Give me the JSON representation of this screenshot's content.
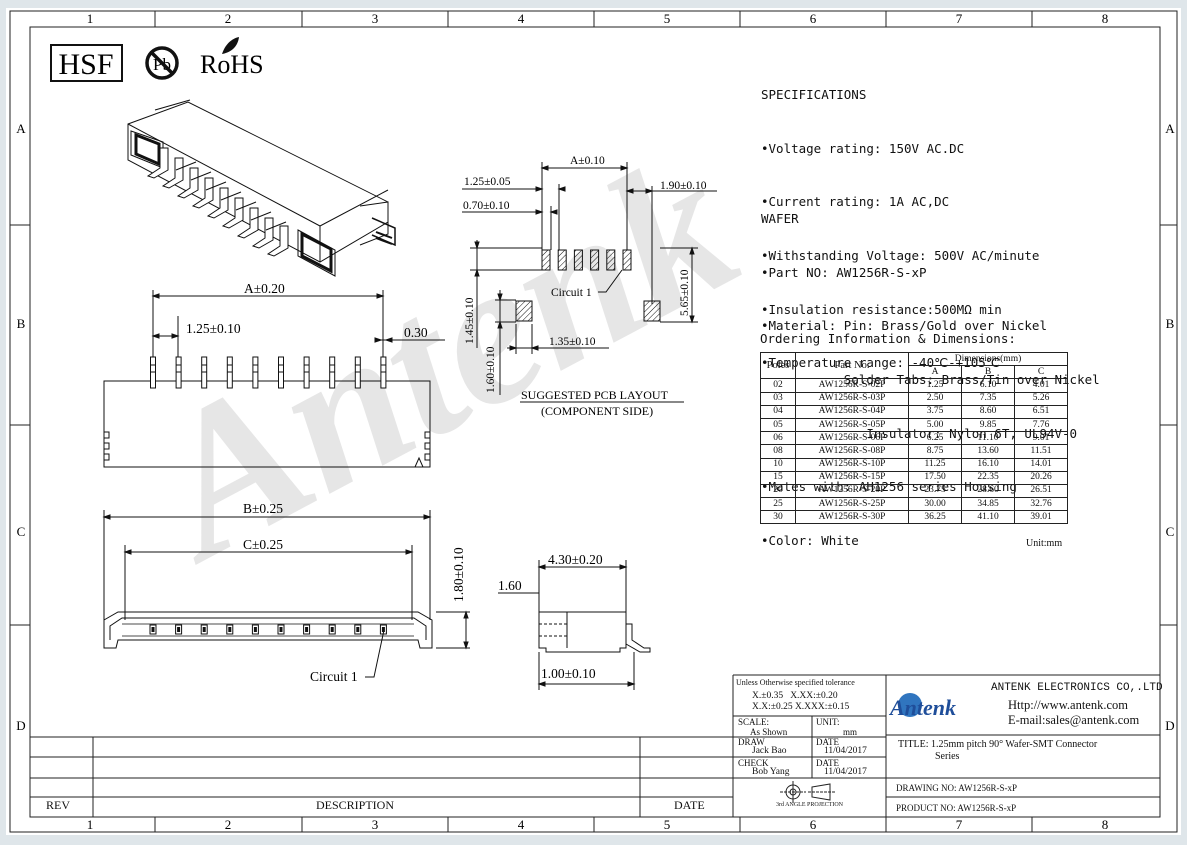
{
  "grid": {
    "columns": [
      "1",
      "2",
      "3",
      "4",
      "5",
      "6",
      "7",
      "8"
    ],
    "rows": [
      "A",
      "B",
      "C",
      "D"
    ]
  },
  "logos": {
    "hsf": "HSF",
    "pb": "Pb",
    "rohs": "RoHS"
  },
  "watermark": "Antenk",
  "specifications": {
    "title": "SPECIFICATIONS",
    "lines": [
      "•Voltage rating: 150V AC.DC",
      "•Current rating: 1A AC,DC",
      "•Withstanding Voltage: 500V AC/minute",
      "•Insulation resistance:500MΩ min",
      "•Temperature range: -40℃-+105℃"
    ]
  },
  "wafer": {
    "title": "WAFER",
    "lines": [
      "•Part NO: AW1256R-S-xP",
      "•Material: Pin: Brass/Gold over Nickel",
      "           Solder Tabs: Brass/Tin over Nickel",
      "              Insulator: Nylon 6T, UL94V-0",
      "•Mates with: AH1256 series Housing",
      "•Color: White"
    ]
  },
  "ordering": {
    "title": "Ordering Information & Dimensions:",
    "headers": {
      "poles": "Poles",
      "part": "Part No.",
      "dims": "Dimensions(mm)",
      "a": "A",
      "b": "B",
      "c": "C"
    },
    "rows": [
      [
        "02",
        "AW1256R-S-02P",
        "1.25",
        "6.10",
        "4.01"
      ],
      [
        "03",
        "AW1256R-S-03P",
        "2.50",
        "7.35",
        "5.26"
      ],
      [
        "04",
        "AW1256R-S-04P",
        "3.75",
        "8.60",
        "6.51"
      ],
      [
        "05",
        "AW1256R-S-05P",
        "5.00",
        "9.85",
        "7.76"
      ],
      [
        "06",
        "AW1256R-S-06P",
        "6.25",
        "11.10",
        "9.01"
      ],
      [
        "08",
        "AW1256R-S-08P",
        "8.75",
        "13.60",
        "11.51"
      ],
      [
        "10",
        "AW1256R-S-10P",
        "11.25",
        "16.10",
        "14.01"
      ],
      [
        "15",
        "AW1256R-S-15P",
        "17.50",
        "22.35",
        "20.26"
      ],
      [
        "20",
        "AW1256R-S-20P",
        "23.75",
        "28.60",
        "26.51"
      ],
      [
        "25",
        "AW1256R-S-25P",
        "30.00",
        "34.85",
        "32.76"
      ],
      [
        "30",
        "AW1256R-S-30P",
        "36.25",
        "41.10",
        "39.01"
      ]
    ],
    "unit": "Unit:mm"
  },
  "dimensions": {
    "a_020": "A±0.20",
    "p_125_010": "1.25±0.10",
    "w_030": "0.30",
    "b_025": "B±0.25",
    "c_025": "C±0.25",
    "h_180": "1.80±0.10",
    "circuit1": "Circuit 1",
    "d_430": "4.30±0.20",
    "d_160": "1.60",
    "d_100": "1.00±0.10",
    "pcb_a": "A±0.10",
    "pcb_125": "1.25±0.05",
    "pcb_070": "0.70±0.10",
    "pcb_190": "1.90±0.10",
    "pcb_565": "5.65±0.10",
    "pcb_145": "1.45±0.10",
    "pcb_160": "1.60±0.10",
    "pcb_135": "1.35±0.10",
    "pcb_title": "SUGGESTED PCB LAYOUT",
    "pcb_sub": "(COMPONENT SIDE)"
  },
  "titleblock": {
    "tol_title": "Unless Otherwise specified tolerance",
    "tol1": "X.±0.35   X.XX:±0.20",
    "tol2": "X.X:±0.25 X.XXX:±0.15",
    "scale_label": "SCALE:",
    "scale_val": "As Shown",
    "unit_label": "UNIT:",
    "unit_val": "mm",
    "draw_label": "DRAW",
    "draw_val": "Jack Bao",
    "date_label": "DATE",
    "draw_date": "11/04/2017",
    "check_label": "CHECK",
    "check_val": "Bob Yang",
    "check_date": "11/04/2017",
    "projection": "3rd ANGLE PROJECTION",
    "company": "ANTENK ELECTRONICS CO,.LTD",
    "http": "Http://www.antenk.com",
    "email": "E-mail:sales@antenk.com",
    "logo": "Antenk",
    "title": "TITLE: 1.25mm pitch 90° Wafer-SMT Connector",
    "title2": "Series",
    "drawing_no": "DRAWING NO: AW1256R-S-xP",
    "product_no": "PRODUCT NO: AW1256R-S-xP",
    "rev": "REV",
    "description": "DESCRIPTION",
    "date": "DATE"
  }
}
